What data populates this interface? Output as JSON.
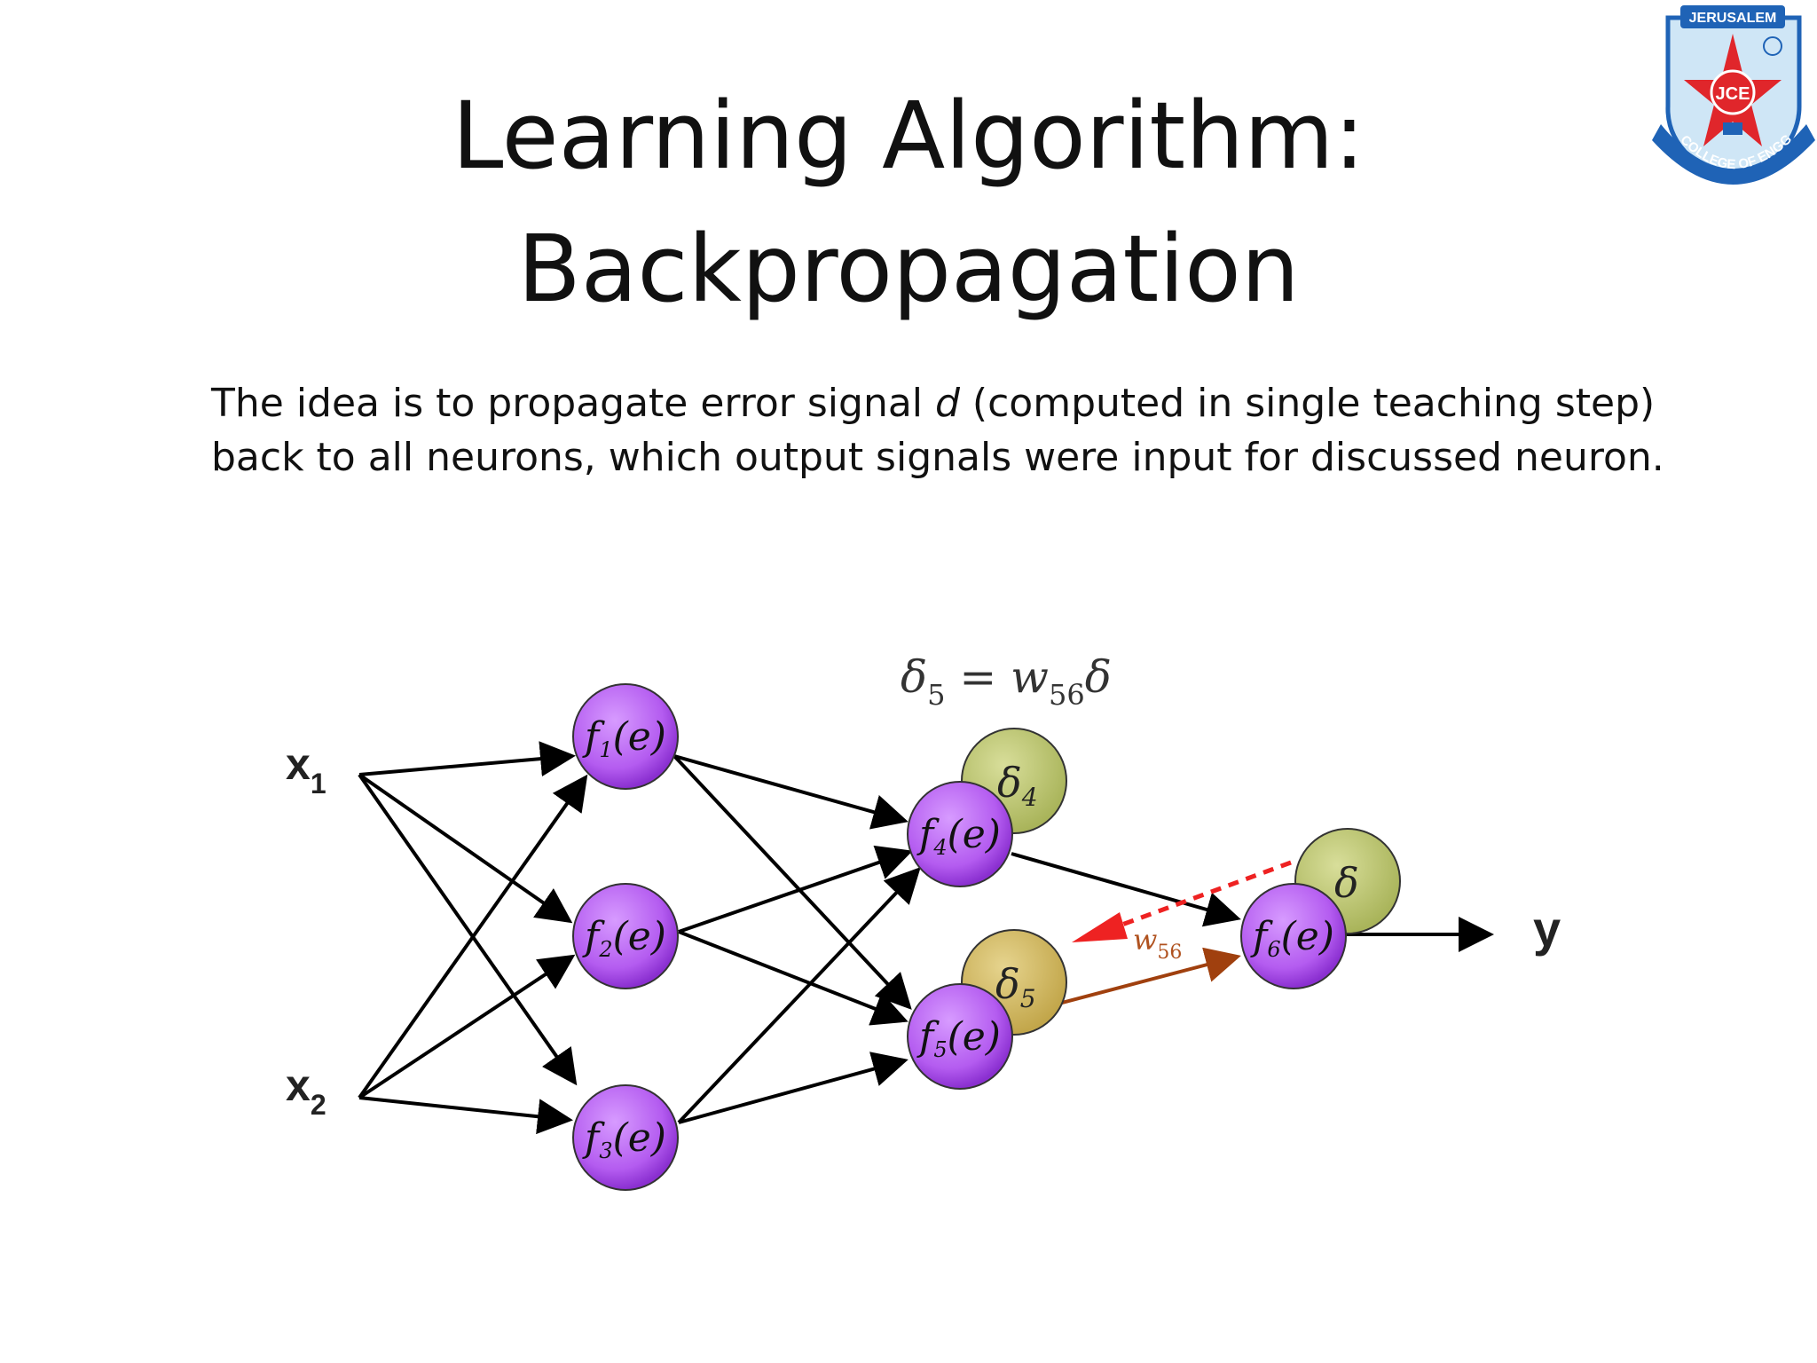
{
  "title": {
    "line1": "Learning Algorithm:",
    "line2": "Backpropagation"
  },
  "body": {
    "part1": "The idea is to propagate error signal ",
    "symbol": "d",
    "part2": " (computed in single teaching step) back to all neurons, which output signals were input for discussed neuron."
  },
  "logo": {
    "top_text": "JERUSALEM",
    "center_text": "JCE",
    "bottom_text": "COLLEGE OF ENGG",
    "colors": {
      "blue": "#1f63b6",
      "red": "#e0262b",
      "light": "#cfe6f6"
    }
  },
  "diagram": {
    "formula": {
      "delta": "δ",
      "sub5": "5",
      "eq": " = ",
      "w": "w",
      "sub56": "56"
    },
    "inputs": [
      {
        "label": "x",
        "sub": "1"
      },
      {
        "label": "x",
        "sub": "2"
      }
    ],
    "neurons": [
      {
        "name": "f1",
        "f": "f",
        "sub": "1",
        "arg": "(e)"
      },
      {
        "name": "f2",
        "f": "f",
        "sub": "2",
        "arg": "(e)"
      },
      {
        "name": "f3",
        "f": "f",
        "sub": "3",
        "arg": "(e)"
      },
      {
        "name": "f4",
        "f": "f",
        "sub": "4",
        "arg": "(e)"
      },
      {
        "name": "f5",
        "f": "f",
        "sub": "5",
        "arg": "(e)"
      },
      {
        "name": "f6",
        "f": "f",
        "sub": "6",
        "arg": "(e)"
      }
    ],
    "deltas": [
      {
        "sym": "δ",
        "sub": "4"
      },
      {
        "sym": "δ",
        "sub": "5"
      },
      {
        "sym": "δ",
        "sub": ""
      }
    ],
    "weight": {
      "w": "w",
      "sub": "56"
    },
    "output": "y",
    "colors": {
      "neuron": "#b45cf0",
      "neuron_dark": "#8a2fd0",
      "delta_green": "#b9c46c",
      "delta_gold": "#cdb45a",
      "error_red": "#ee2222",
      "weight_brown": "#a0400e"
    }
  }
}
